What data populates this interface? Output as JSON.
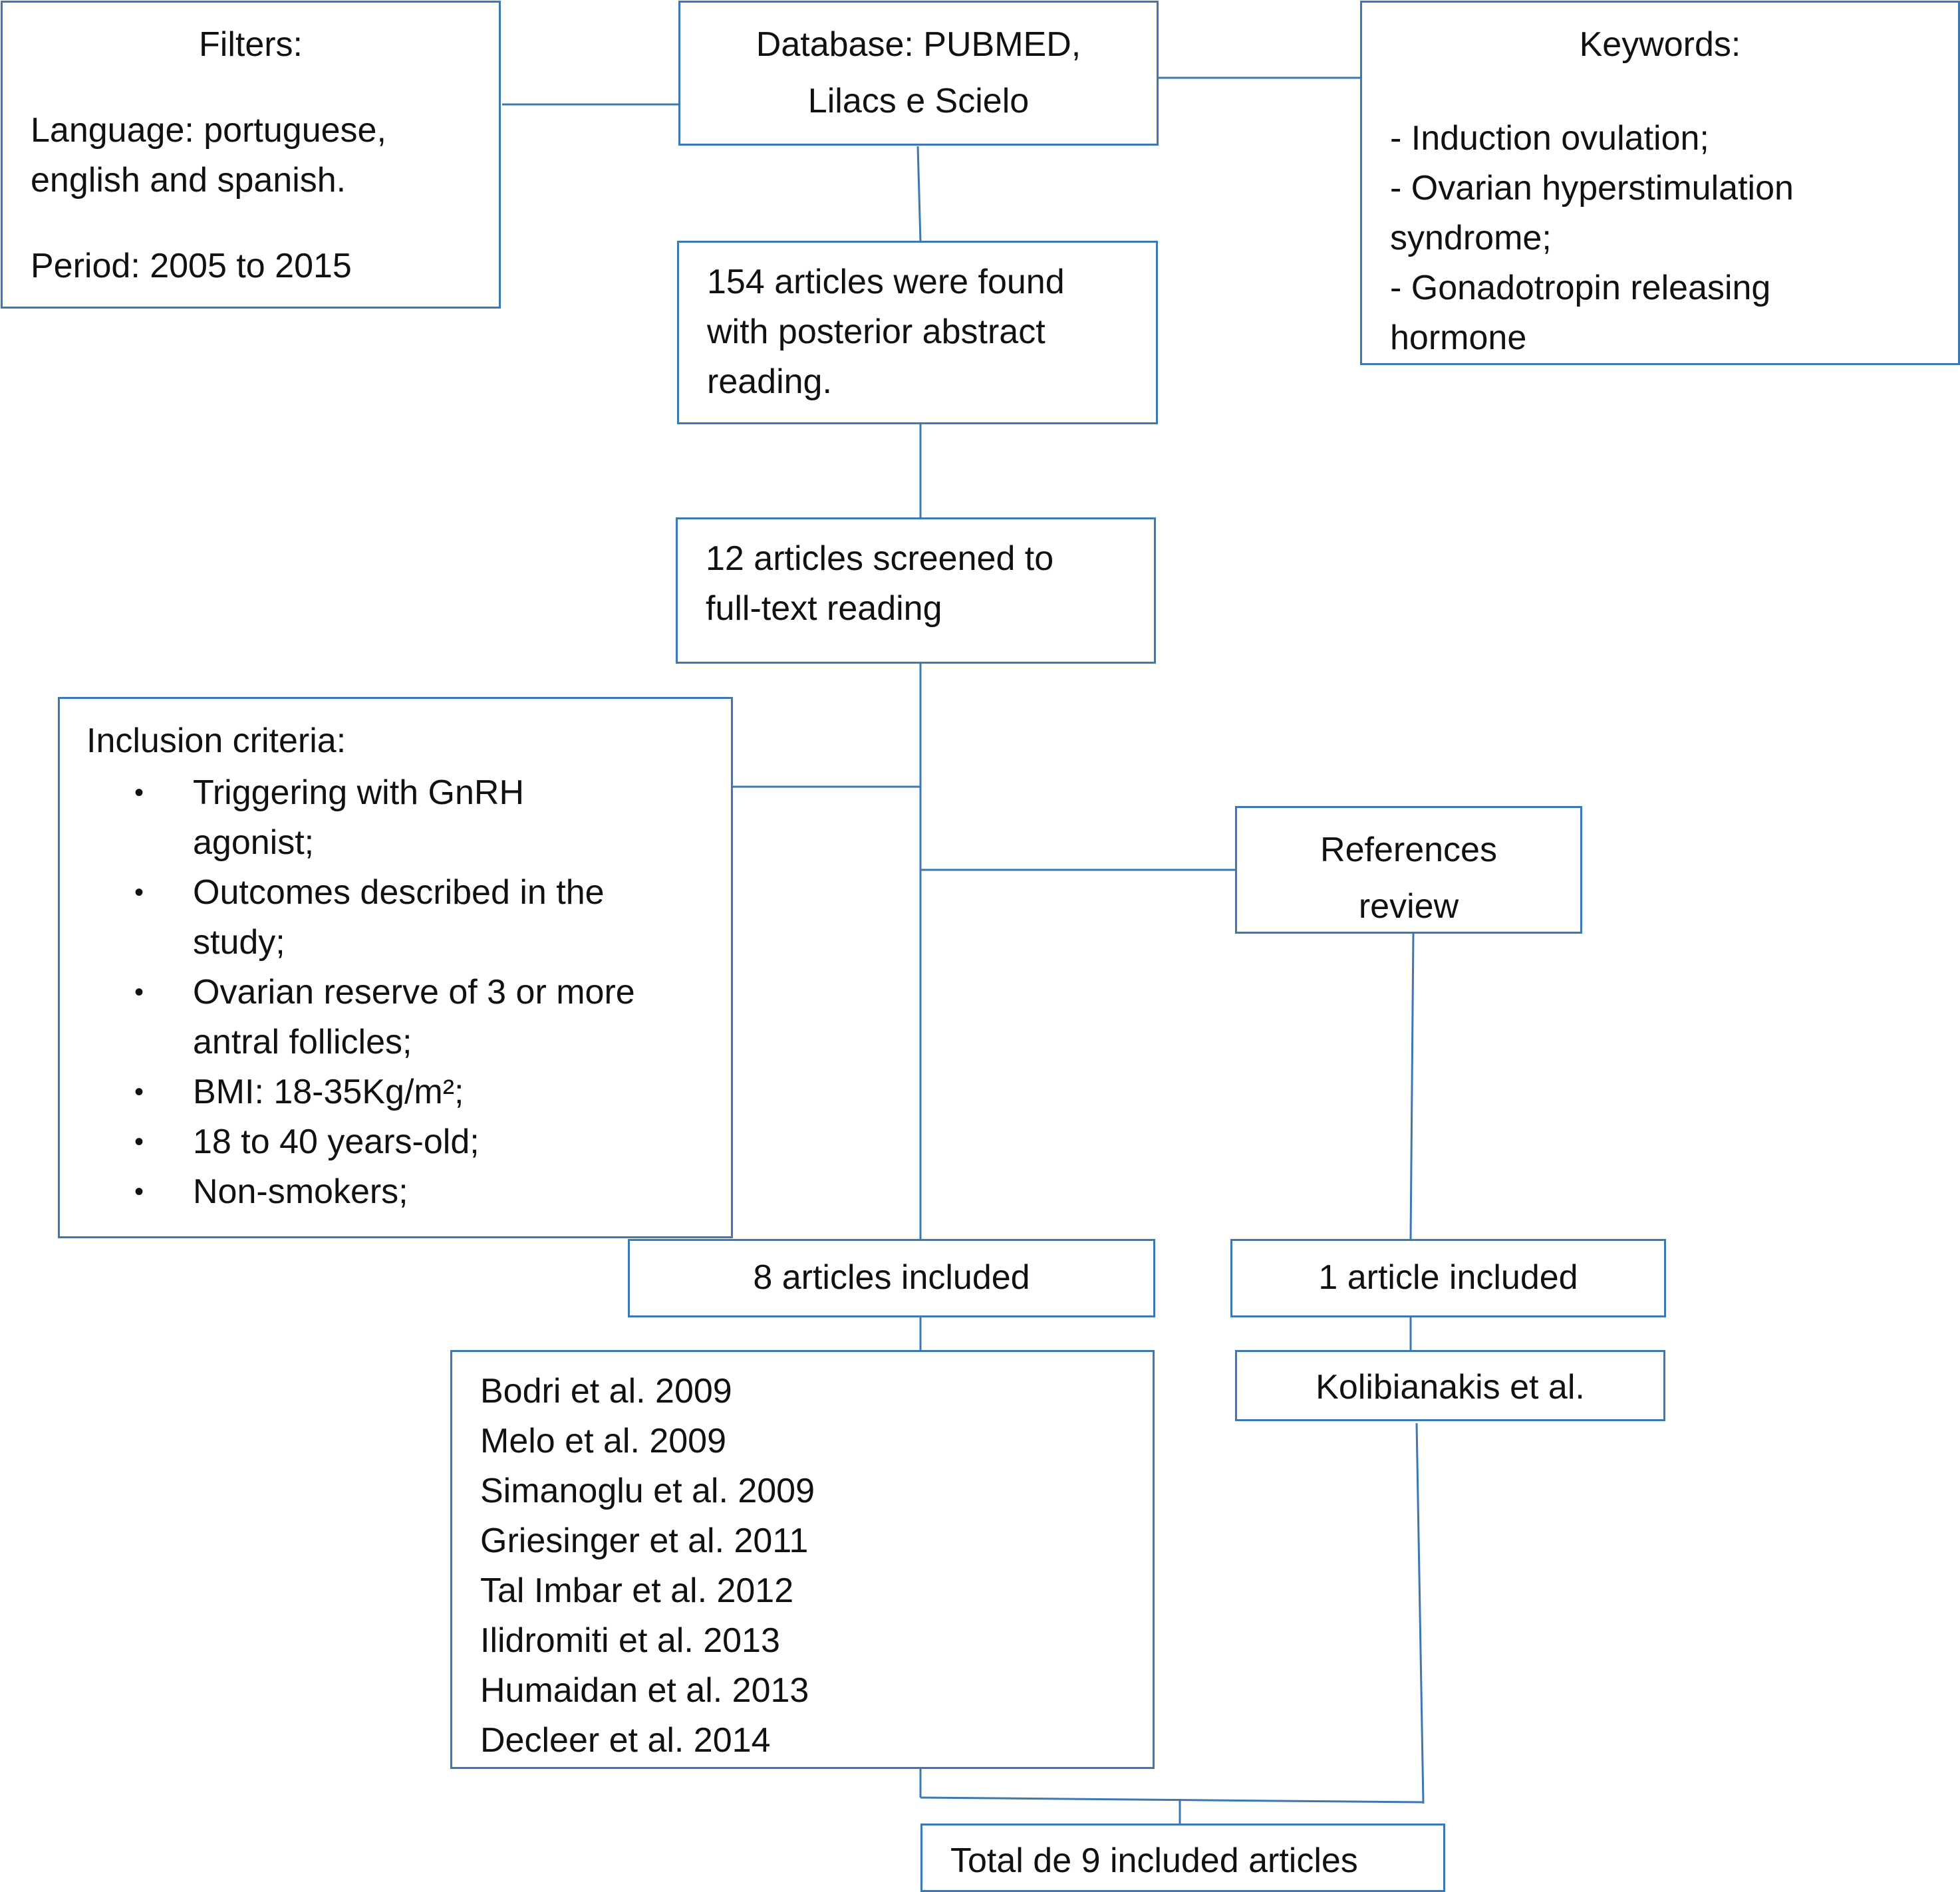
{
  "colors": {
    "border": "#3e78b2",
    "connector": "#3e78b2",
    "text": "#111111"
  },
  "filters": {
    "title": "Filters:",
    "language_lines": [
      "Language: portuguese,",
      "english and spanish."
    ],
    "period": "Period: 2005 to 2015"
  },
  "database": {
    "lines": [
      "Database: PUBMED,",
      "Lilacs e Scielo"
    ]
  },
  "keywords": {
    "title": "Keywords:",
    "lines": [
      "- Induction ovulation;",
      "- Ovarian hyperstimulation",
      "syndrome;",
      "- Gonadotropin releasing",
      "hormone"
    ]
  },
  "found": {
    "lines": [
      "154 articles were found",
      "with posterior abstract",
      "reading."
    ]
  },
  "screened": {
    "lines": [
      "12 articles screened to",
      "full-text reading"
    ]
  },
  "inclusion": {
    "title": "Inclusion criteria:",
    "bullet_symbol": "•",
    "items": [
      [
        "Triggering with GnRH",
        "agonist;"
      ],
      [
        "Outcomes described in the",
        "study;"
      ],
      [
        "Ovarian reserve of 3 or more",
        "antral follicles;"
      ],
      [
        "BMI: 18-35Kg/m²;"
      ],
      [
        "18 to 40 years-old;"
      ],
      [
        "Non-smokers;"
      ]
    ]
  },
  "references": {
    "lines": [
      "References",
      "review"
    ]
  },
  "included_main": {
    "label": "8 articles included"
  },
  "included_ref": {
    "label": "1 article included"
  },
  "studies": {
    "items": [
      "Bodri et al. 2009",
      "Melo et al. 2009",
      "Simanoglu et al. 2009",
      "Griesinger et al. 2011",
      "Tal Imbar et al. 2012",
      "Ilidromiti et al. 2013",
      "Humaidan et al. 2013",
      "Decleer et al. 2014"
    ]
  },
  "ref_study": {
    "label": "Kolibianakis et al."
  },
  "total": {
    "label": "Total de 9 included articles"
  }
}
